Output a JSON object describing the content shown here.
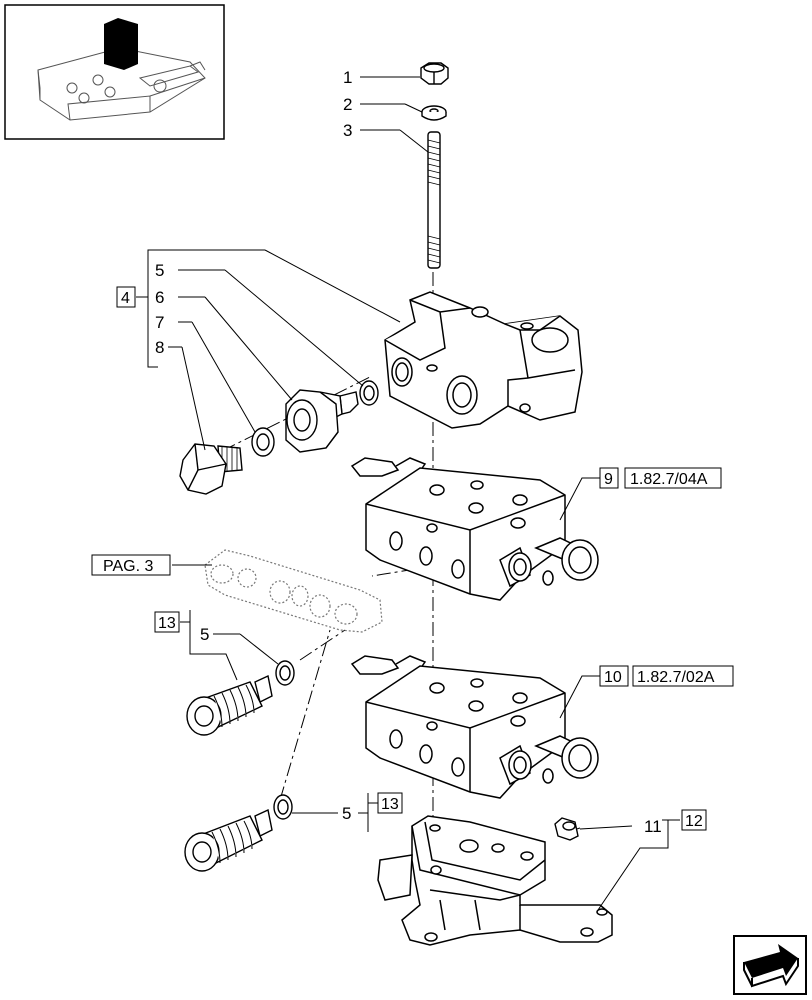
{
  "callouts": {
    "c1": "1",
    "c2": "2",
    "c3": "3",
    "c4": "4",
    "c5a": "5",
    "c6": "6",
    "c7": "7",
    "c8": "8",
    "c9": "9",
    "ref9": "1.82.7/04A",
    "c10": "10",
    "ref10": "1.82.7/02A",
    "pag": "PAG. 3",
    "c13a": "13",
    "c5b": "5",
    "c5c": "5",
    "c13b": "13",
    "c11": "11",
    "c12": "12"
  },
  "icons": {
    "thumbnail": "tractor-hitch-thumbnail-icon",
    "next": "next-page-arrow-icon"
  }
}
